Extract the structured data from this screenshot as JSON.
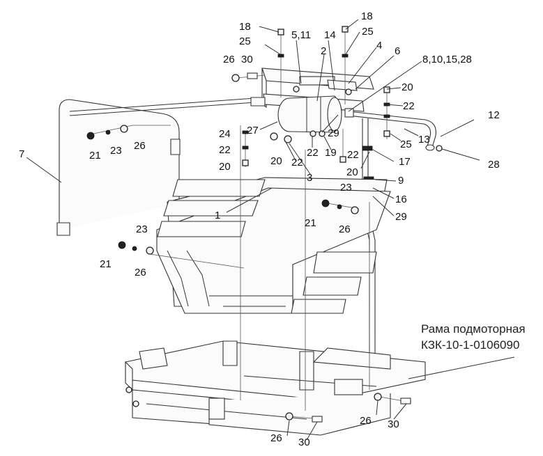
{
  "caption": {
    "line1": "Рама подмоторная",
    "line2": "КЗК-10-1-0106090"
  },
  "labels": [
    {
      "id": "l18a",
      "text": "18"
    },
    {
      "id": "l18b",
      "text": "18"
    },
    {
      "id": "l25a",
      "text": "25"
    },
    {
      "id": "l25b",
      "text": "25"
    },
    {
      "id": "l511",
      "text": "5,11"
    },
    {
      "id": "l14",
      "text": "14"
    },
    {
      "id": "l2",
      "text": "2"
    },
    {
      "id": "l4",
      "text": "4"
    },
    {
      "id": "l6",
      "text": "6"
    },
    {
      "id": "l8",
      "text": "8,10,15,28"
    },
    {
      "id": "l26a",
      "text": "26"
    },
    {
      "id": "l30a",
      "text": "30"
    },
    {
      "id": "l20a",
      "text": "20"
    },
    {
      "id": "l22a",
      "text": "22"
    },
    {
      "id": "l12",
      "text": "12"
    },
    {
      "id": "l13",
      "text": "13"
    },
    {
      "id": "l25c",
      "text": "25"
    },
    {
      "id": "l28",
      "text": "28"
    },
    {
      "id": "l27",
      "text": "27"
    },
    {
      "id": "l24",
      "text": "24"
    },
    {
      "id": "l29a",
      "text": "29"
    },
    {
      "id": "l22b",
      "text": "22"
    },
    {
      "id": "l22c",
      "text": "22"
    },
    {
      "id": "l19",
      "text": "19"
    },
    {
      "id": "l22d",
      "text": "22"
    },
    {
      "id": "l20b",
      "text": "20"
    },
    {
      "id": "l20c",
      "text": "20"
    },
    {
      "id": "l22e",
      "text": "22"
    },
    {
      "id": "l3",
      "text": "3"
    },
    {
      "id": "l17",
      "text": "17"
    },
    {
      "id": "l20d",
      "text": "20"
    },
    {
      "id": "l9",
      "text": "9"
    },
    {
      "id": "l16",
      "text": "16"
    },
    {
      "id": "l29b",
      "text": "29"
    },
    {
      "id": "l7",
      "text": "7"
    },
    {
      "id": "l21a",
      "text": "21"
    },
    {
      "id": "l23a",
      "text": "23"
    },
    {
      "id": "l26b",
      "text": "26"
    },
    {
      "id": "l1",
      "text": "1"
    },
    {
      "id": "l23b",
      "text": "23"
    },
    {
      "id": "l21b",
      "text": "21"
    },
    {
      "id": "l26c",
      "text": "26"
    },
    {
      "id": "l23c",
      "text": "23"
    },
    {
      "id": "l21c",
      "text": "21"
    },
    {
      "id": "l26d",
      "text": "26"
    },
    {
      "id": "l26e",
      "text": "26"
    },
    {
      "id": "l30b",
      "text": "30"
    },
    {
      "id": "l26f",
      "text": "26"
    },
    {
      "id": "l30c",
      "text": "30"
    }
  ]
}
